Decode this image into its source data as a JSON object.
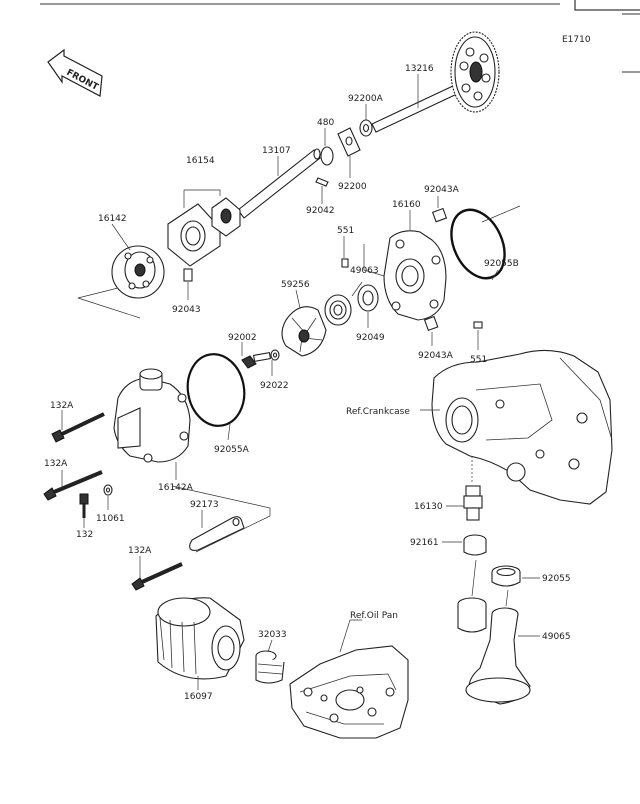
{
  "diagram_code": "E1710",
  "front_label": "FRONT",
  "ref_crankcase": "Ref.Crankcase",
  "ref_oilpan": "Ref.Oil Pan",
  "parts": [
    {
      "id": "p13216",
      "label": "13216"
    },
    {
      "id": "p92200A",
      "label": "92200A"
    },
    {
      "id": "p480",
      "label": "480"
    },
    {
      "id": "p92200",
      "label": "92200"
    },
    {
      "id": "p13107",
      "label": "13107"
    },
    {
      "id": "p16154",
      "label": "16154"
    },
    {
      "id": "p92042",
      "label": "92042"
    },
    {
      "id": "p16142",
      "label": "16142"
    },
    {
      "id": "p92043",
      "label": "92043"
    },
    {
      "id": "p92043A_top",
      "label": "92043A"
    },
    {
      "id": "p16160",
      "label": "16160"
    },
    {
      "id": "p551_top",
      "label": "551"
    },
    {
      "id": "p49063",
      "label": "49063"
    },
    {
      "id": "p92055B",
      "label": "92055B"
    },
    {
      "id": "p59256",
      "label": "59256"
    },
    {
      "id": "p92049",
      "label": "92049"
    },
    {
      "id": "p92043A_bot",
      "label": "92043A"
    },
    {
      "id": "p551_bot",
      "label": "551"
    },
    {
      "id": "p92002",
      "label": "92002"
    },
    {
      "id": "p92022",
      "label": "92022"
    },
    {
      "id": "p132A_1",
      "label": "132A"
    },
    {
      "id": "p92055A",
      "label": "92055A"
    },
    {
      "id": "p132A_2",
      "label": "132A"
    },
    {
      "id": "p16142A",
      "label": "16142A"
    },
    {
      "id": "p11061",
      "label": "11061"
    },
    {
      "id": "p132",
      "label": "132"
    },
    {
      "id": "p92173",
      "label": "92173"
    },
    {
      "id": "p16130",
      "label": "16130"
    },
    {
      "id": "p92161",
      "label": "92161"
    },
    {
      "id": "p132A_3",
      "label": "132A"
    },
    {
      "id": "p92055",
      "label": "92055"
    },
    {
      "id": "p32033",
      "label": "32033"
    },
    {
      "id": "p49065",
      "label": "49065"
    },
    {
      "id": "p16097",
      "label": "16097"
    }
  ]
}
